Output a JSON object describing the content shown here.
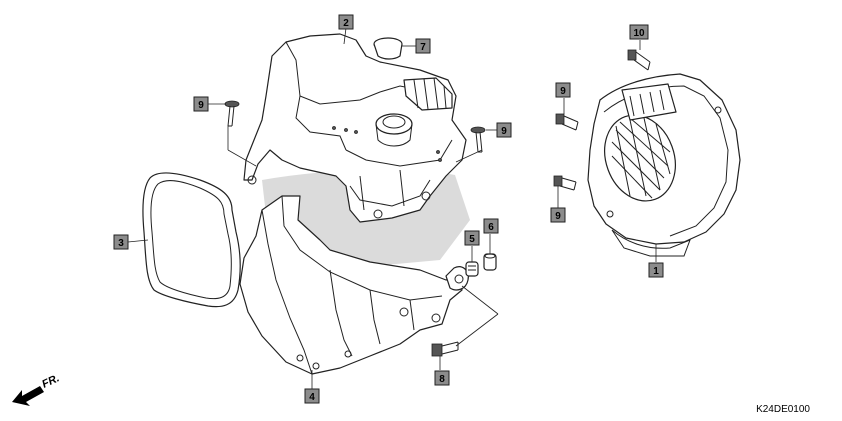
{
  "callouts": [
    {
      "id": "callout-1",
      "number": "1"
    },
    {
      "id": "callout-2",
      "number": "2"
    },
    {
      "id": "callout-3",
      "number": "3"
    },
    {
      "id": "callout-4",
      "number": "4"
    },
    {
      "id": "callout-5",
      "number": "5"
    },
    {
      "id": "callout-6",
      "number": "6"
    },
    {
      "id": "callout-7",
      "number": "7"
    },
    {
      "id": "callout-8",
      "number": "8"
    },
    {
      "id": "callout-9a",
      "number": "9"
    },
    {
      "id": "callout-9b",
      "number": "9"
    },
    {
      "id": "callout-9c",
      "number": "9"
    },
    {
      "id": "callout-9d",
      "number": "9"
    },
    {
      "id": "callout-10",
      "number": "10"
    }
  ],
  "front_indicator": "FR.",
  "drawing_code": "K24DE0100"
}
